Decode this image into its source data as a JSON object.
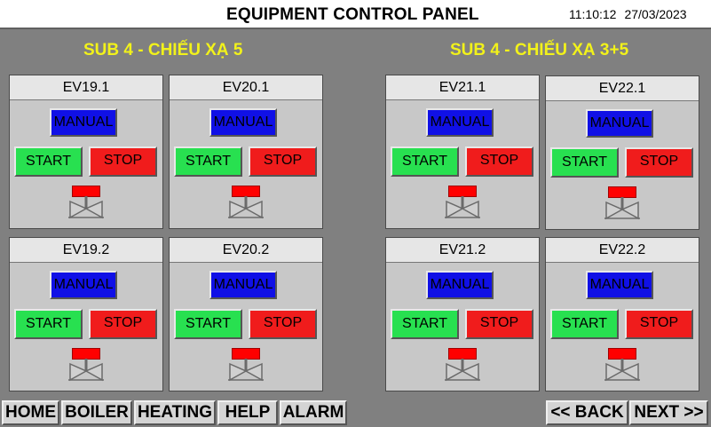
{
  "header": {
    "title": "EQUIPMENT CONTROL PANEL",
    "time": "11:10:12",
    "date": "27/03/2023"
  },
  "groups": [
    {
      "title": "SUB 4 - CHIẾU XẠ 5"
    },
    {
      "title": "SUB 4 - CHIẾU XẠ 3+5"
    }
  ],
  "panels": [
    {
      "name": "EV19.1",
      "manual": "MANUAL",
      "start": "START",
      "stop": "STOP",
      "lamp_color": "#ff0000"
    },
    {
      "name": "EV20.1",
      "manual": "MANUAL",
      "start": "START",
      "stop": "STOP",
      "lamp_color": "#ff0000"
    },
    {
      "name": "EV21.1",
      "manual": "MANUAL",
      "start": "START",
      "stop": "STOP",
      "lamp_color": "#ff0000"
    },
    {
      "name": "EV22.1",
      "manual": "MANUAL",
      "start": "START",
      "stop": "STOP",
      "lamp_color": "#ff0000"
    },
    {
      "name": "EV19.2",
      "manual": "MANUAL",
      "start": "START",
      "stop": "STOP",
      "lamp_color": "#ff0000"
    },
    {
      "name": "EV20.2",
      "manual": "MANUAL",
      "start": "START",
      "stop": "STOP",
      "lamp_color": "#ff0000"
    },
    {
      "name": "EV21.2",
      "manual": "MANUAL",
      "start": "START",
      "stop": "STOP",
      "lamp_color": "#ff0000"
    },
    {
      "name": "EV22.2",
      "manual": "MANUAL",
      "start": "START",
      "stop": "STOP",
      "lamp_color": "#ff0000"
    }
  ],
  "nav": {
    "home": "HOME",
    "boiler": "BOILER",
    "heating": "HEATING",
    "help": "HELP",
    "alarm": "ALARM",
    "back": "<< BACK",
    "next": "NEXT >>"
  },
  "colors": {
    "background": "#808080",
    "group_title": "#f2f21a",
    "manual": "#1010e6",
    "start": "#28e050",
    "stop": "#f01c1c"
  }
}
